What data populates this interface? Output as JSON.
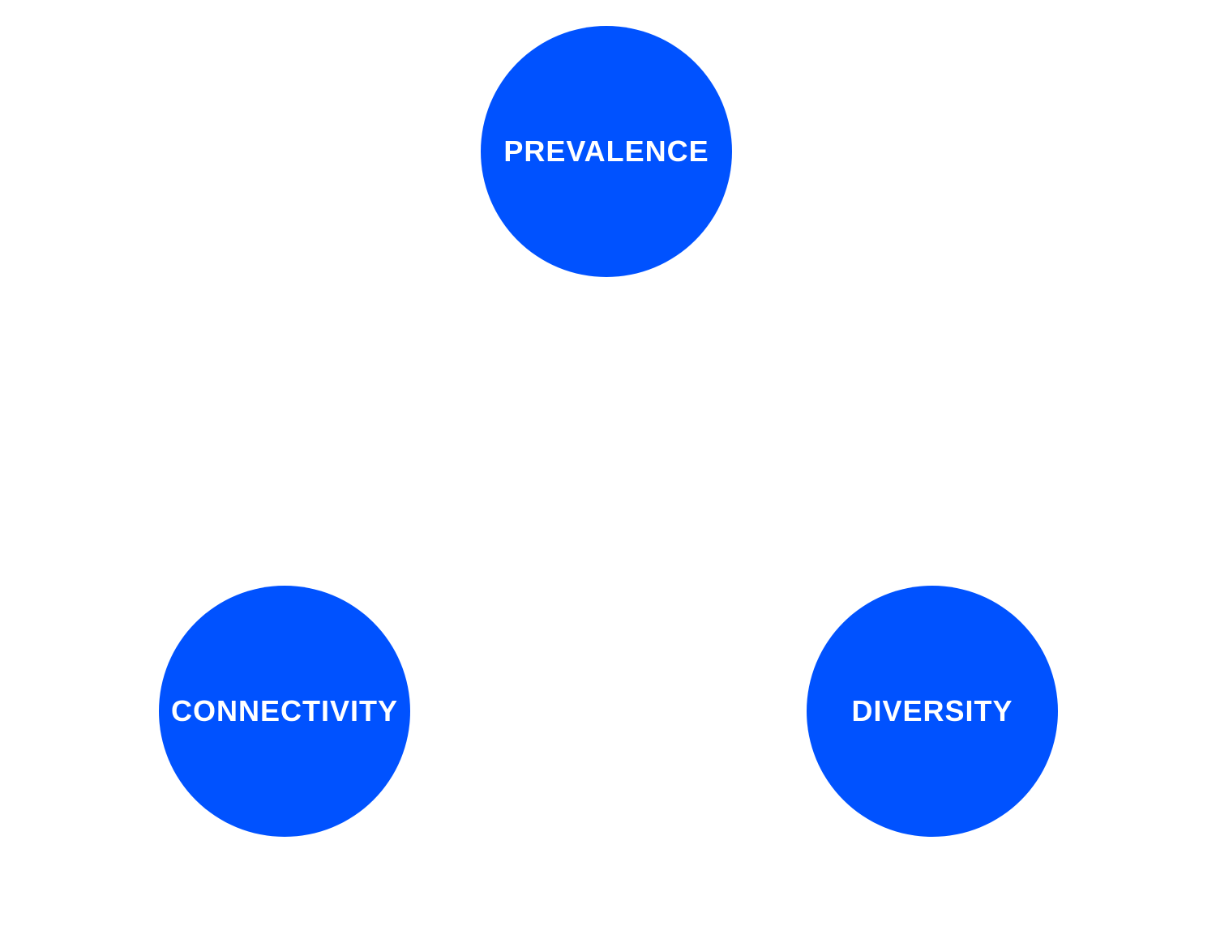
{
  "colors": {
    "node_fill": "#0052FF",
    "label": "#FFFFFF"
  },
  "nodes": [
    {
      "label": "PREVALENCE"
    },
    {
      "label": "CONNECTIVITY"
    },
    {
      "label": "DIVERSITY"
    }
  ]
}
